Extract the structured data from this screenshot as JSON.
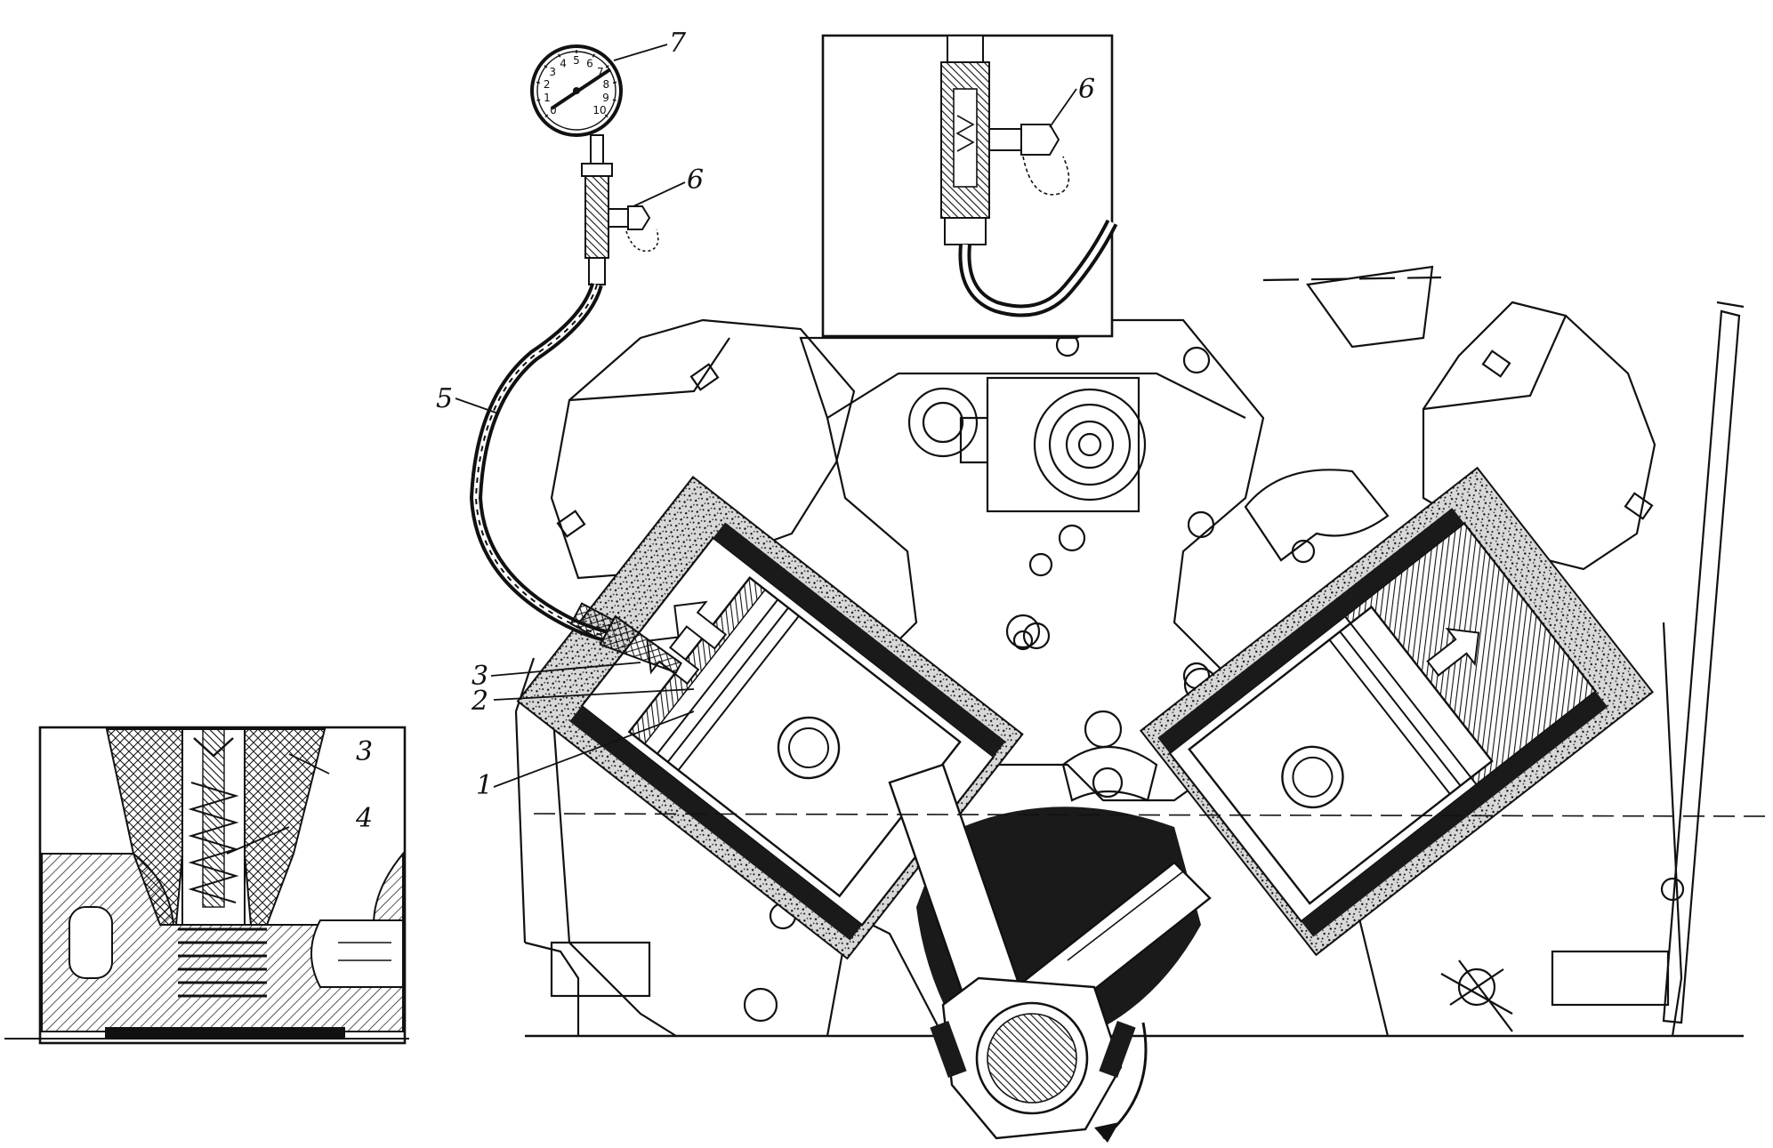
{
  "colors": {
    "ink": "#111111",
    "paper": "#ffffff",
    "dark_fill": "#1a1a1a",
    "grey_fill": "#8a8a8a"
  },
  "gauge": {
    "scale_labels": [
      "0",
      "1",
      "2",
      "3",
      "4",
      "5",
      "6",
      "7",
      "8",
      "9",
      "10"
    ]
  },
  "callouts": {
    "gauge": "7",
    "check_valve_main": "6",
    "check_valve_inset": "6",
    "hose": "5",
    "tip": "3",
    "cylinder_wall": "2",
    "piston": "1",
    "inset_tip": "3",
    "inset_needle": "4"
  }
}
